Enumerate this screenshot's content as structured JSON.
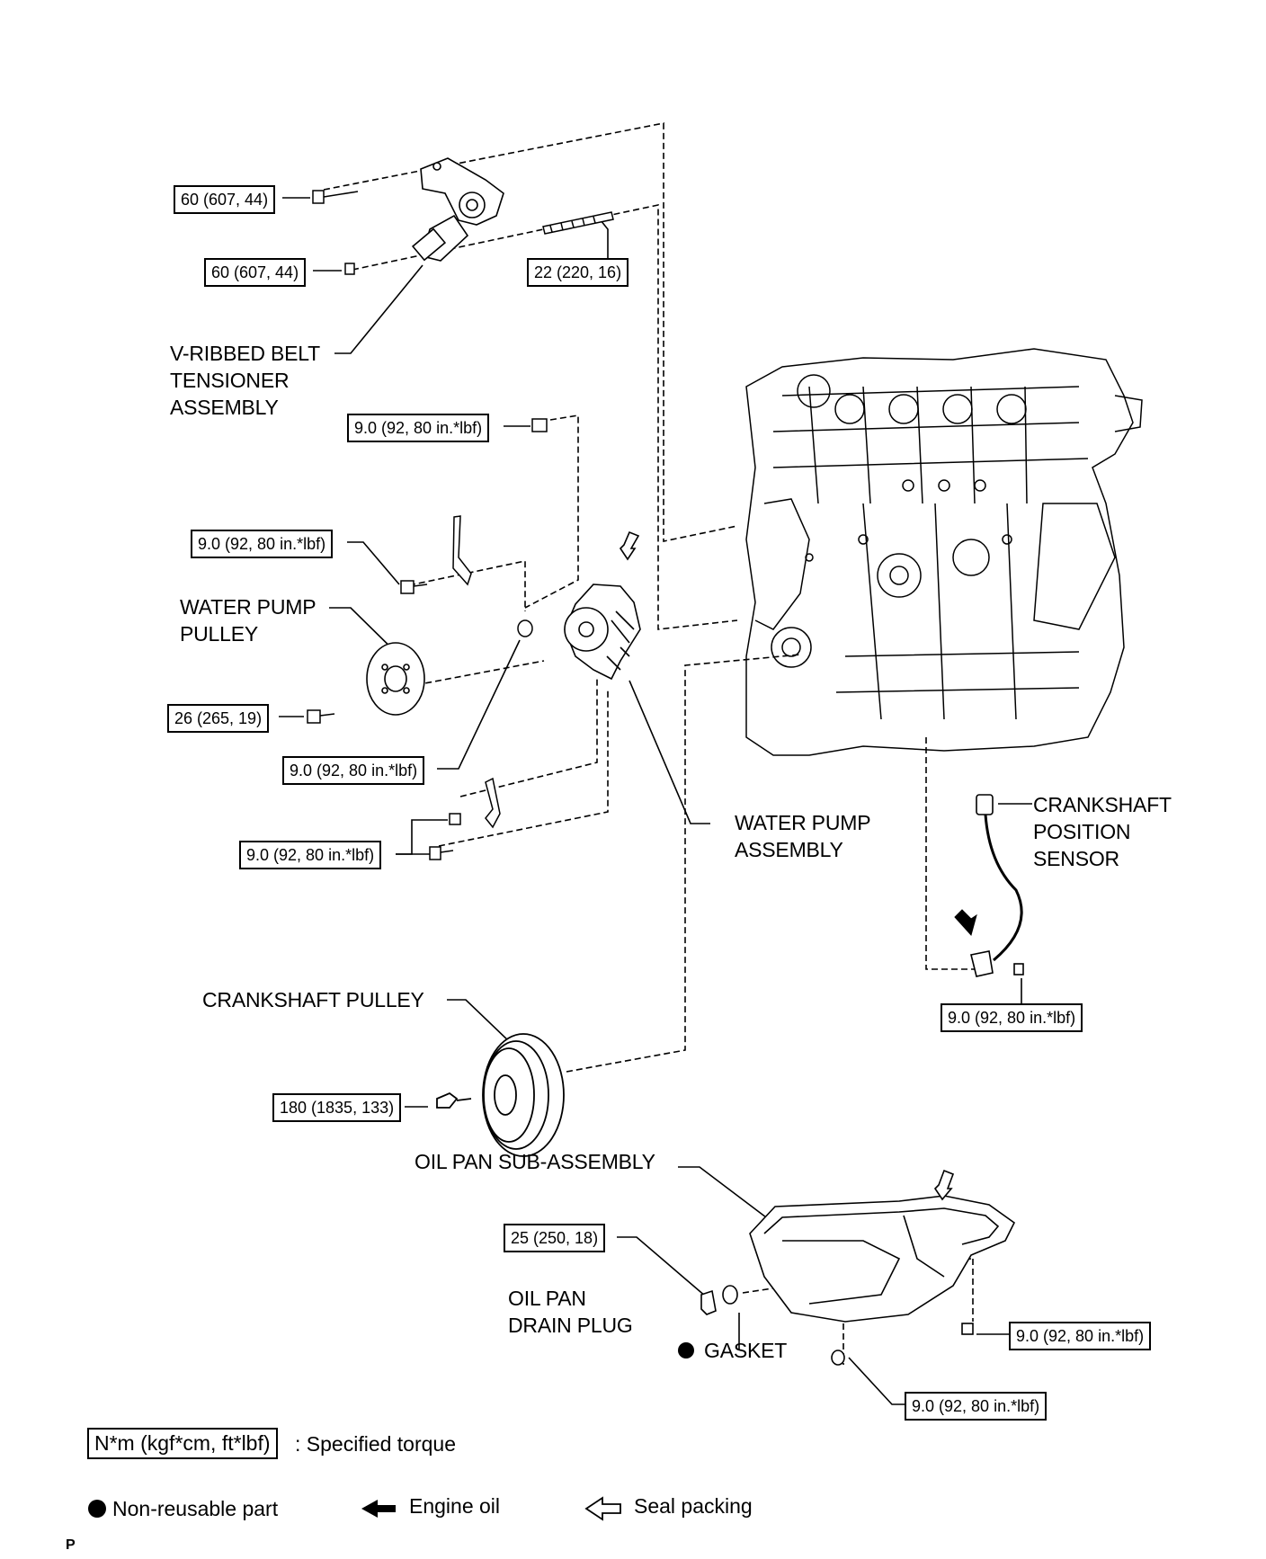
{
  "torques": {
    "t1": "60 (607, 44)",
    "t2": "60 (607, 44)",
    "t3": "22 (220, 16)",
    "t4": "9.0 (92, 80 in.*lbf)",
    "t5": "9.0 (92, 80 in.*lbf)",
    "t6": "26 (265, 19)",
    "t7": "9.0 (92, 80 in.*lbf)",
    "t8": "9.0 (92, 80 in.*lbf)",
    "t9": "9.0 (92, 80 in.*lbf)",
    "t10": "180 (1835, 133)",
    "t11": "25 (250, 18)",
    "t12": "9.0 (92, 80 in.*lbf)",
    "t13": "9.0 (92, 80 in.*lbf)"
  },
  "labels": {
    "tensioner": "V-RIBBED BELT\nTENSIONER\nASSEMBLY",
    "wp_pulley": "WATER PUMP\nPULLEY",
    "wp_assembly": "WATER PUMP\nASSEMBLY",
    "ckp_sensor": "CRANKSHAFT\nPOSITION\nSENSOR",
    "crank_pulley": "CRANKSHAFT PULLEY",
    "oil_pan": "OIL PAN SUB-ASSEMBLY",
    "drain_plug": "OIL PAN\nDRAIN PLUG",
    "gasket": "GASKET"
  },
  "legend": {
    "torque_unit": "N*m (kgf*cm, ft*lbf)",
    "torque_desc": ": Specified torque",
    "non_reusable": "Non-reusable part",
    "engine_oil": "Engine oil",
    "seal_packing": "Seal packing"
  },
  "footer": {
    "code": "P"
  }
}
